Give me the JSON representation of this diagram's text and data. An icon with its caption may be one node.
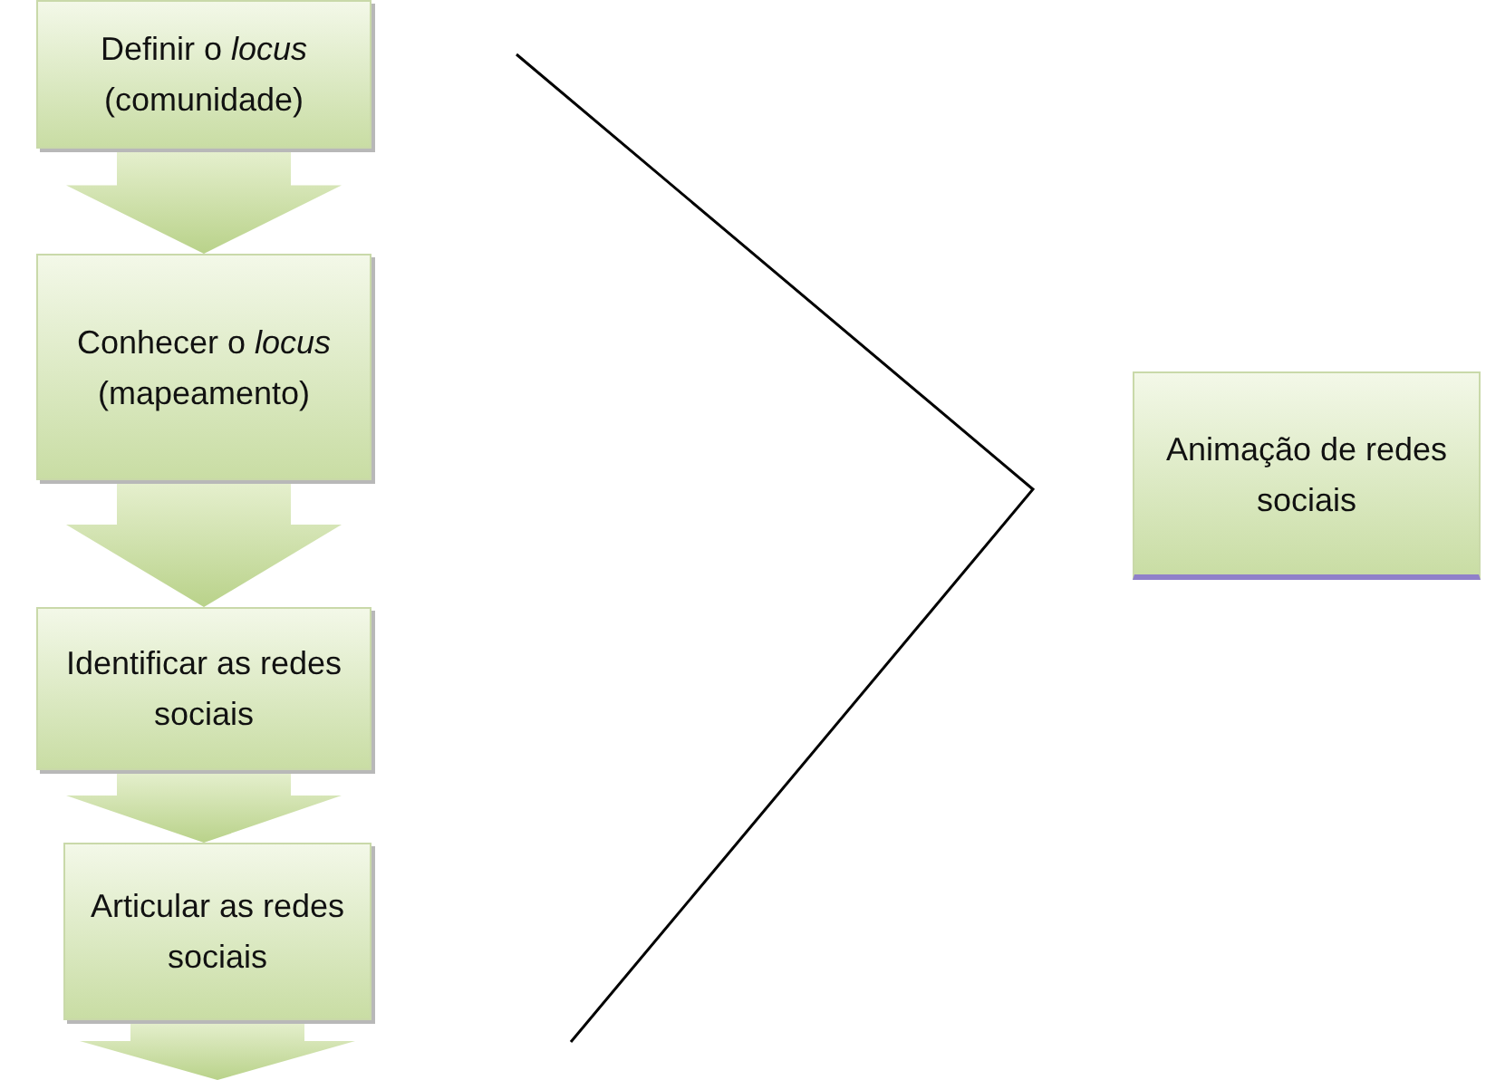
{
  "diagram": {
    "nodes": [
      {
        "text": [
          "Definir o *locus* (comunidade)"
        ]
      },
      {
        "text": [
          "Conhecer o *locus* (mapeamento)"
        ]
      },
      {
        "text": [
          "Identificar as redes sociais"
        ]
      },
      {
        "text": [
          "Articular as redes sociais"
        ]
      },
      {
        "text": [
          "Animação de redes sociais"
        ]
      }
    ],
    "edges": [
      {
        "from": 0,
        "to": 1,
        "arrow": "to"
      },
      {
        "from": 1,
        "to": 2,
        "arrow": "to"
      },
      {
        "from": 2,
        "to": 3,
        "arrow": "to"
      },
      {
        "from": 3,
        "to": null,
        "arrow": "to"
      }
    ]
  }
}
